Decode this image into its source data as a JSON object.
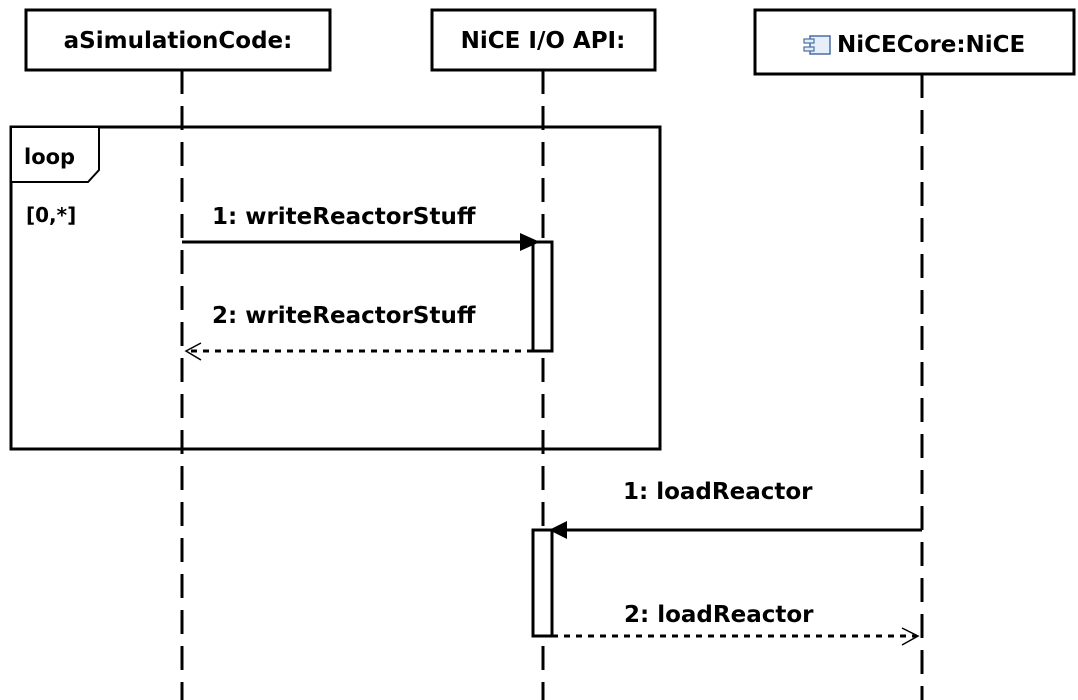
{
  "lifelines": [
    {
      "name": "aSimulationCode:"
    },
    {
      "name": "NiCE I/O API:"
    },
    {
      "name": "NiCECore:NiCE",
      "icon": "component-icon"
    }
  ],
  "fragment": {
    "operator": "loop",
    "guard": "[0,*]"
  },
  "messages": [
    {
      "label": "1: writeReactorStuff",
      "from": "aSimulationCode:",
      "to": "NiCE I/O API:",
      "kind": "synchronous call"
    },
    {
      "label": "2: writeReactorStuff",
      "from": "NiCE I/O API:",
      "to": "aSimulationCode:",
      "kind": "reply"
    },
    {
      "label": "1: loadReactor",
      "from": "NiCECore:NiCE",
      "to": "NiCE I/O API:",
      "kind": "synchronous call"
    },
    {
      "label": "2: loadReactor",
      "from": "NiCE I/O API:",
      "to": "NiCECore:NiCE",
      "kind": "reply"
    }
  ]
}
